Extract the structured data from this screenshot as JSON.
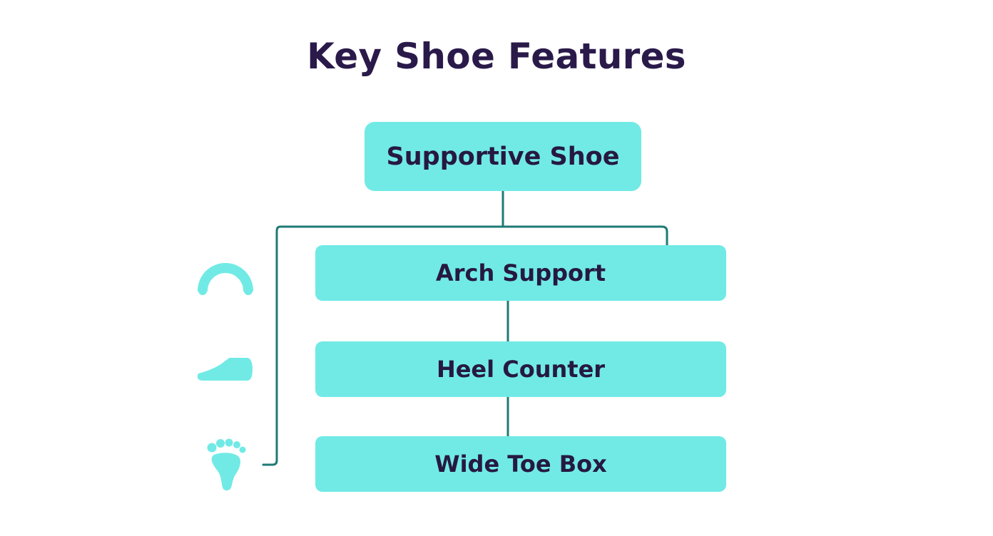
{
  "diagram": {
    "title": "Key Shoe Features",
    "root": {
      "label": "Supportive Shoe"
    },
    "features": [
      {
        "label": "Arch Support",
        "icon": "arch-icon"
      },
      {
        "label": "Heel Counter",
        "icon": "shoe-icon"
      },
      {
        "label": "Wide Toe Box",
        "icon": "footprint-icon"
      }
    ]
  },
  "colors": {
    "box_fill": "#71eae6",
    "connector": "#1f7a74",
    "title_text": "#2a1a4a",
    "box_text": "#26193f",
    "icon_fill": "#71eae6"
  }
}
